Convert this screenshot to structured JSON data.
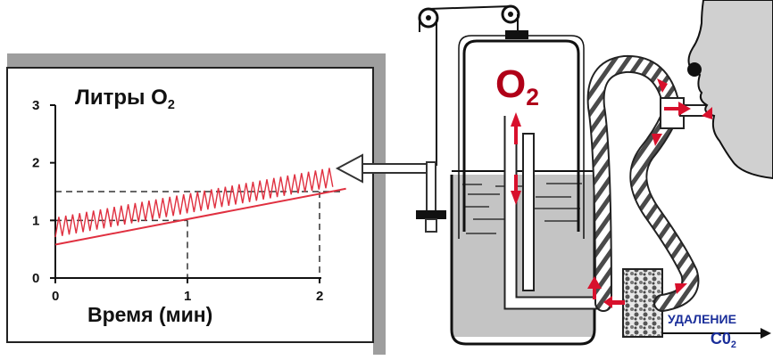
{
  "chart_data": {
    "type": "line",
    "title": "",
    "ylabel": {
      "text": "Литры O",
      "sub": "2"
    },
    "xlabel": "Время (мин)",
    "xlim": [
      0,
      2
    ],
    "ylim": [
      0,
      3
    ],
    "x_ticks": [
      "0",
      "1",
      "2"
    ],
    "y_ticks": [
      "0",
      "1",
      "2",
      "3"
    ],
    "series": [
      {
        "style": "zigzag",
        "start": [
          0,
          0.88
        ],
        "end": [
          2.1,
          1.75
        ],
        "amplitude": 0.34,
        "oscillations": 40
      },
      {
        "style": "trend",
        "start": [
          0,
          0.58
        ],
        "end": [
          2.2,
          1.55
        ]
      }
    ],
    "reference": {
      "x": 2,
      "y": 1.5
    },
    "colors": {
      "trace": "#e03040",
      "axis": "#111111"
    }
  },
  "diagram": {
    "o2_label": {
      "text": "O",
      "sub": "2"
    },
    "co2_caption": {
      "line1": "УДАЛЕНИЕ",
      "line2": "C0",
      "sub": "2"
    },
    "colors": {
      "accent": "#b00018",
      "arrow": "#d8102c",
      "caption": "#1a2e9a",
      "water": "#c4c4c4",
      "frame_shadow": "#9e9e9e"
    }
  }
}
